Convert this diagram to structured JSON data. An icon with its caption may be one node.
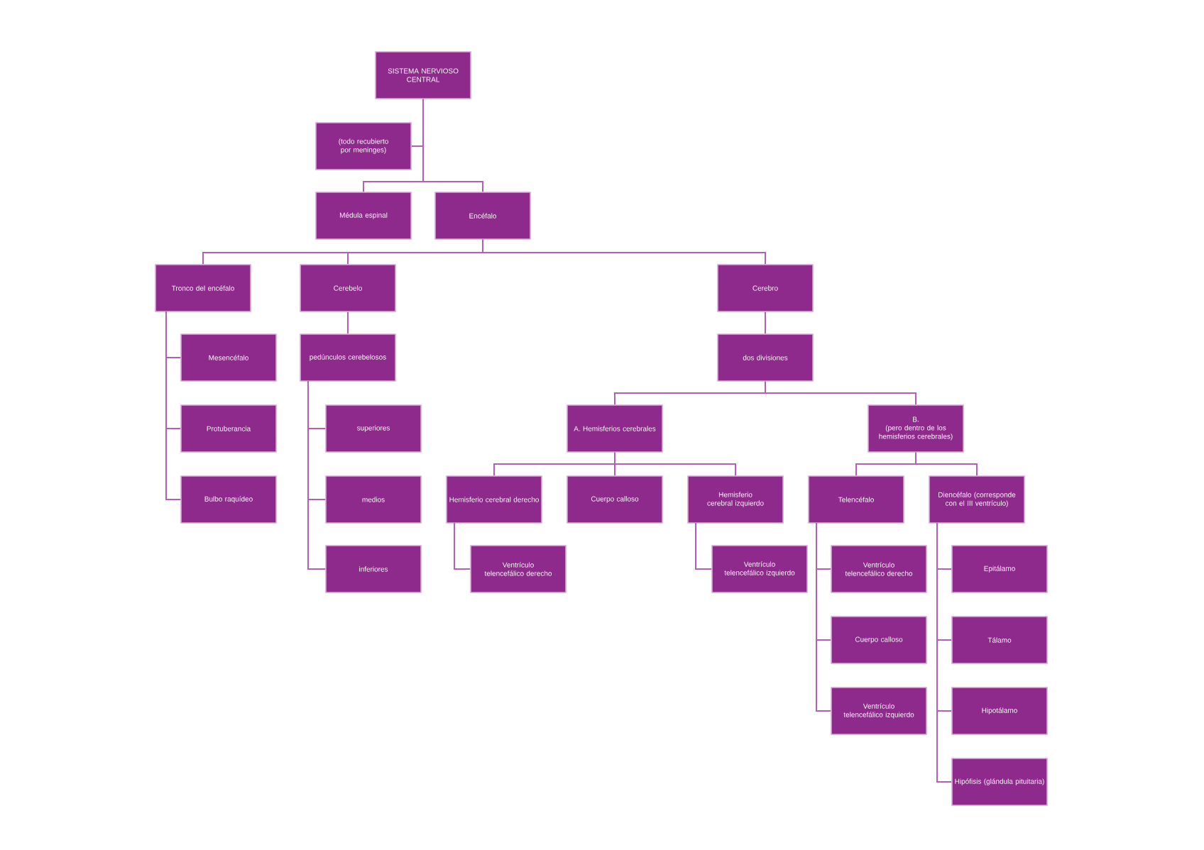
{
  "diagram": {
    "nodes": [
      {
        "text": [
          "SISTEMA NERVIOSO CENTRAL"
        ]
      },
      {
        "text": [
          "(todo recubierto por meninges)"
        ]
      },
      {
        "text": [
          "Médula espinal"
        ]
      },
      {
        "text": [
          "Encéfalo"
        ]
      },
      {
        "text": [
          "Tronco del encéfalo"
        ]
      },
      {
        "text": [
          "Cerebelo"
        ]
      },
      {
        "text": [
          "Cerebro"
        ]
      },
      {
        "text": [
          "Mesencéfalo"
        ]
      },
      {
        "text": [
          "Protuberancia"
        ]
      },
      {
        "text": [
          "Bulbo raquídeo"
        ]
      },
      {
        "text": [
          "pedúnculos cerebelosos"
        ]
      },
      {
        "text": [
          "superiores"
        ]
      },
      {
        "text": [
          "medios"
        ]
      },
      {
        "text": [
          "inferiores"
        ]
      },
      {
        "text": [
          "dos divisiones"
        ]
      },
      {
        "text": [
          "A. Hemisferios cerebrales"
        ]
      },
      {
        "text": [
          "B.",
          "(pero dentro de los hemisferios cerebrales)"
        ]
      },
      {
        "text": [
          "Hemisferio cerebral derecho"
        ]
      },
      {
        "text": [
          "Cuerpo calloso"
        ]
      },
      {
        "text": [
          "Hemisferio cerebral izquierdo"
        ]
      },
      {
        "text": [
          "Telencéfalo"
        ]
      },
      {
        "text": [
          "Diencéfalo (corresponde con el III ventrículo)"
        ]
      },
      {
        "text": [
          "Ventrículo telencefálico derecho"
        ]
      },
      {
        "text": [
          "Ventrículo telencefálico izquierdo"
        ]
      },
      {
        "text": [
          "Ventrículo telencefálico derecho"
        ]
      },
      {
        "text": [
          "Cuerpo calloso"
        ]
      },
      {
        "text": [
          "Ventrículo telencefálico izquierdo"
        ]
      },
      {
        "text": [
          "Epitálamo"
        ]
      },
      {
        "text": [
          "Tálamo"
        ]
      },
      {
        "text": [
          "Hipotálamo"
        ]
      },
      {
        "text": [
          "Hipófisis (glándula pituitaria)"
        ]
      }
    ],
    "edges": [
      {
        "from": 0,
        "to": 1,
        "arrow": "none"
      },
      {
        "from": 0,
        "to": 2,
        "arrow": "none"
      },
      {
        "from": 0,
        "to": 3,
        "arrow": "none"
      },
      {
        "from": 3,
        "to": 4,
        "arrow": "none"
      },
      {
        "from": 3,
        "to": 5,
        "arrow": "none"
      },
      {
        "from": 3,
        "to": 6,
        "arrow": "none"
      },
      {
        "from": 4,
        "to": 7,
        "arrow": "none"
      },
      {
        "from": 4,
        "to": 8,
        "arrow": "none"
      },
      {
        "from": 4,
        "to": 9,
        "arrow": "none"
      },
      {
        "from": 5,
        "to": 10,
        "arrow": "none"
      },
      {
        "from": 10,
        "to": 11,
        "arrow": "none"
      },
      {
        "from": 10,
        "to": 12,
        "arrow": "none"
      },
      {
        "from": 10,
        "to": 13,
        "arrow": "none"
      },
      {
        "from": 6,
        "to": 14,
        "arrow": "none"
      },
      {
        "from": 14,
        "to": 15,
        "arrow": "none"
      },
      {
        "from": 14,
        "to": 16,
        "arrow": "none"
      },
      {
        "from": 15,
        "to": 17,
        "arrow": "none"
      },
      {
        "from": 15,
        "to": 18,
        "arrow": "none"
      },
      {
        "from": 15,
        "to": 19,
        "arrow": "none"
      },
      {
        "from": 16,
        "to": 20,
        "arrow": "none"
      },
      {
        "from": 16,
        "to": 21,
        "arrow": "none"
      },
      {
        "from": 17,
        "to": 22,
        "arrow": "none"
      },
      {
        "from": 19,
        "to": 23,
        "arrow": "none"
      },
      {
        "from": 20,
        "to": 24,
        "arrow": "none"
      },
      {
        "from": 20,
        "to": 25,
        "arrow": "none"
      },
      {
        "from": 20,
        "to": 26,
        "arrow": "none"
      },
      {
        "from": 21,
        "to": 27,
        "arrow": "none"
      },
      {
        "from": 21,
        "to": 28,
        "arrow": "none"
      },
      {
        "from": 21,
        "to": 29,
        "arrow": "none"
      },
      {
        "from": 21,
        "to": 30,
        "arrow": "none"
      }
    ]
  }
}
